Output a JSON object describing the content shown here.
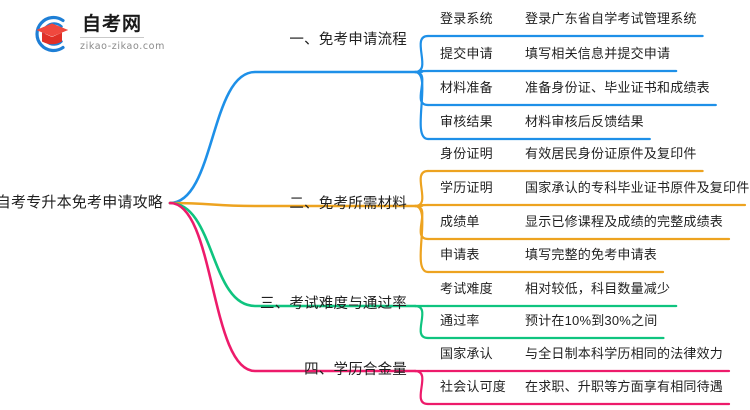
{
  "logo": {
    "name_cn": "自考网",
    "url": "zikao-zikao.com",
    "mark_icon": "graduation-cap-icon",
    "ring_color": "#1E7FD6",
    "cap_color": "#E8352E"
  },
  "mindmap": {
    "root": {
      "label": "广东自考专升本免考申请攻略"
    },
    "branches": [
      {
        "label": "一、免考申请流程",
        "color": "#1E90E8",
        "children": [
          {
            "label": "登录系统",
            "detail": "登录广东省自学考试管理系统"
          },
          {
            "label": "提交申请",
            "detail": "填写相关信息并提交申请"
          },
          {
            "label": "材料准备",
            "detail": "准备身份证、毕业证书和成绩表"
          },
          {
            "label": "审核结果",
            "detail": "材料审核后反馈结果"
          }
        ]
      },
      {
        "label": "二、免考所需材料",
        "color": "#EDA320",
        "children": [
          {
            "label": "身份证明",
            "detail": "有效居民身份证原件及复印件"
          },
          {
            "label": "学历证明",
            "detail": "国家承认的专科毕业证书原件及复印件"
          },
          {
            "label": "成绩单",
            "detail": "显示已修课程及成绩的完整成绩表"
          },
          {
            "label": "申请表",
            "detail": "填写完整的免考申请表"
          }
        ]
      },
      {
        "label": "三、考试难度与通过率",
        "color": "#0FC47F",
        "children": [
          {
            "label": "考试难度",
            "detail": "相对较低，科目数量减少"
          },
          {
            "label": "通过率",
            "detail": "预计在10%到30%之间"
          }
        ]
      },
      {
        "label": "四、学历合金量",
        "color": "#ED1B6B",
        "children": [
          {
            "label": "国家承认",
            "detail": "与全日制本科学历相同的法律效力"
          },
          {
            "label": "社会认可度",
            "detail": "在求职、升职等方面享有相同待遇"
          }
        ]
      }
    ]
  }
}
